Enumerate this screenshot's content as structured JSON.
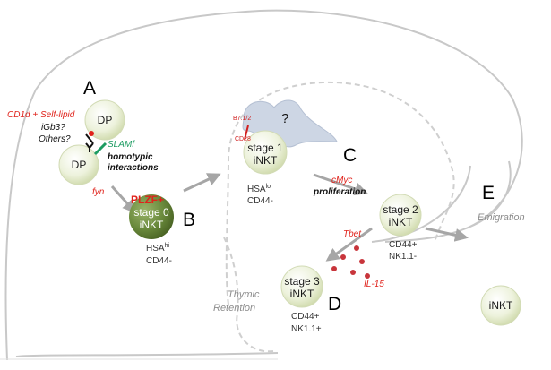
{
  "panels": {
    "a": "A",
    "b": "B",
    "c": "C",
    "d": "D",
    "e": "E"
  },
  "cells": {
    "dp_top": "DP",
    "dp_bottom": "DP",
    "stage0": {
      "line1": "stage 0",
      "line2": "iNKT",
      "marker_prefix": "HSA",
      "marker_sup": "hi",
      "marker2": "CD44-"
    },
    "stage1": {
      "line1": "stage 1",
      "line2": "iNKT",
      "marker_prefix": "HSA",
      "marker_sup": "lo",
      "marker2": "CD44-"
    },
    "stage2": {
      "line1": "stage 2",
      "line2": "iNKT",
      "marker1": "CD44+",
      "marker2": "NK1.1-"
    },
    "stage3": {
      "line1": "stage 3",
      "line2": "iNKT",
      "marker1": "CD44+",
      "marker2": "NK1.1+"
    },
    "emigrant": "iNKT"
  },
  "labels": {
    "cd1d_self_lipid": "CD1d + Self-lipid",
    "igb3": "iGb3?",
    "others": "Others?",
    "slamf": "SLAMf",
    "homotypic1": "homotypic",
    "homotypic2": "interactions",
    "fyn": "fyn",
    "plzf": "PLZF+",
    "b71_2": "B7.1/2",
    "cd28": "CD28",
    "question": "?",
    "cmyc": "cMyc",
    "proliferation": "proliferation",
    "tbet": "Tbet",
    "il15": "IL-15",
    "thymic": "Thymic",
    "retention": "Retention",
    "emigration": "Emigration"
  },
  "colors": {
    "cell_light": "#eef3df",
    "cell_dark": "#5e7a33",
    "red_text": "#e0231c",
    "green_text": "#1d9c62",
    "arrow_gray": "#a6a6a6",
    "dot_red": "#c8353b",
    "cloud": "#cdd6e4"
  }
}
